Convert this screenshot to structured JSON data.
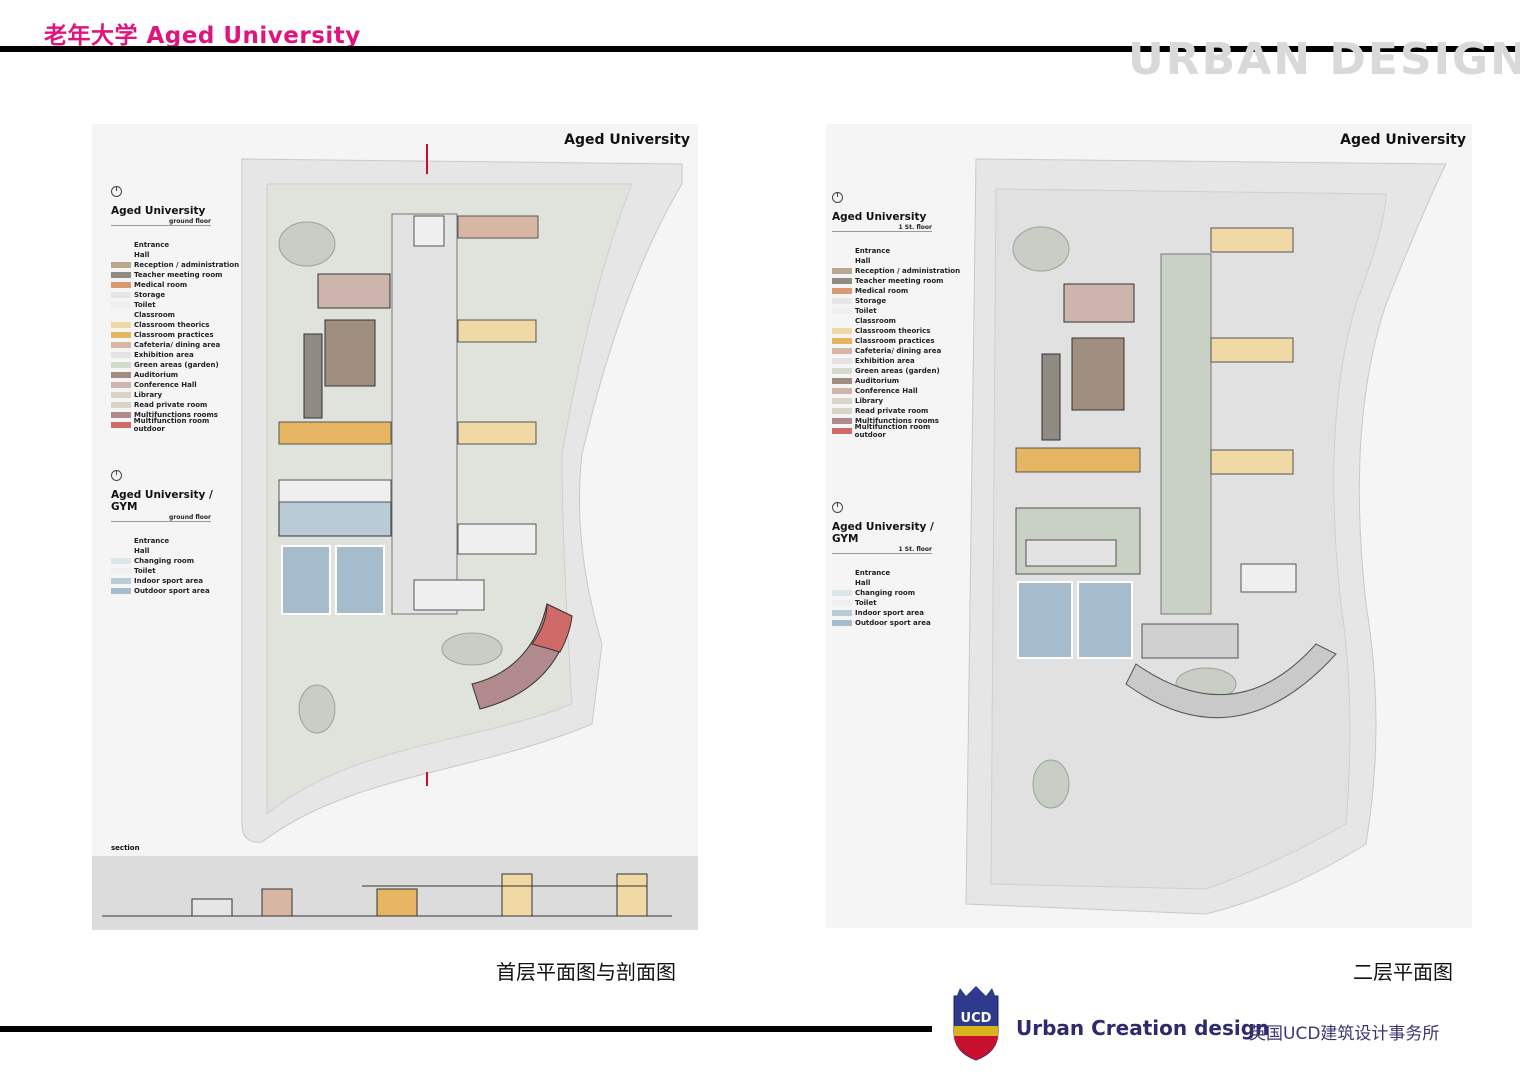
{
  "header": {
    "title": "老年大学  Aged University",
    "brand_word": "URBAN DESIGN"
  },
  "panels": {
    "left": {
      "heading": "Aged University",
      "caption": "首层平面图与剖面图",
      "section_label": "section",
      "legend1": {
        "title": "Aged University",
        "subtitle": "ground floor",
        "items": [
          {
            "label": "Entrance",
            "color": ""
          },
          {
            "label": "Hall",
            "color": ""
          },
          {
            "label": "Reception / administration",
            "color": "#b8a892"
          },
          {
            "label": "Teacher meeting room",
            "color": "#8f8a82"
          },
          {
            "label": "Medical room",
            "color": "#d99a72"
          },
          {
            "label": "Storage",
            "color": "#e6e6e6"
          },
          {
            "label": "Toilet",
            "color": "#efefef"
          },
          {
            "label": "Classroom",
            "color": ""
          },
          {
            "label": "Classroom  theorics",
            "color": "#f0d9a4"
          },
          {
            "label": "Classroom practices",
            "color": "#e5b562"
          },
          {
            "label": "Cafeteria/ dining area",
            "color": "#d7b7a4"
          },
          {
            "label": "Exhibition area",
            "color": "#e3e3e3"
          },
          {
            "label": "Green areas (garden)",
            "color": "#d5dbcc"
          },
          {
            "label": "Auditorium",
            "color": "#a08f7e"
          },
          {
            "label": "Conference Hall",
            "color": "#cdb5ad"
          },
          {
            "label": "Library",
            "color": "#d9d4c6"
          },
          {
            "label": "Read private room",
            "color": "#d8d4c8"
          },
          {
            "label": "Multifunctions rooms",
            "color": "#b18a8d"
          },
          {
            "label": "Multifunction room outdoor",
            "color": "#d06a69"
          }
        ]
      },
      "legend2": {
        "title": "Aged University / GYM",
        "subtitle": "ground floor",
        "items": [
          {
            "label": "Entrance",
            "color": ""
          },
          {
            "label": "Hall",
            "color": ""
          },
          {
            "label": "Changing room",
            "color": "#dde6ea"
          },
          {
            "label": "Toilet",
            "color": "#efefef"
          },
          {
            "label": "Indoor sport area",
            "color": "#b9cbd6"
          },
          {
            "label": "Outdoor sport area",
            "color": "#a6bccc"
          }
        ]
      }
    },
    "right": {
      "heading": "Aged University",
      "caption": "二层平面图",
      "legend1": {
        "title": "Aged University",
        "subtitle": "1 St. floor",
        "items": [
          {
            "label": "Entrance",
            "color": ""
          },
          {
            "label": "Hall",
            "color": ""
          },
          {
            "label": "Reception / administration",
            "color": "#b8a892"
          },
          {
            "label": "Teacher meeting room",
            "color": "#8f8a82"
          },
          {
            "label": "Medical room",
            "color": "#d99a72"
          },
          {
            "label": "Storage",
            "color": "#e6e6e6"
          },
          {
            "label": "Toilet",
            "color": "#efefef"
          },
          {
            "label": "Classroom",
            "color": ""
          },
          {
            "label": "Classroom  theorics",
            "color": "#f0d9a4"
          },
          {
            "label": "Classroom practices",
            "color": "#e5b562"
          },
          {
            "label": "Cafeteria/ dining area",
            "color": "#d7b7a4"
          },
          {
            "label": "Exhibition area",
            "color": "#e3e3e3"
          },
          {
            "label": "Green areas (garden)",
            "color": "#d5dbcc"
          },
          {
            "label": "Auditorium",
            "color": "#a08f7e"
          },
          {
            "label": "Conference Hall",
            "color": "#cdb5ad"
          },
          {
            "label": "Library",
            "color": "#d9d4c6"
          },
          {
            "label": "Read private room",
            "color": "#d8d4c8"
          },
          {
            "label": "Multifunctions rooms",
            "color": "#b18a8d"
          },
          {
            "label": "Multifunction room outdoor",
            "color": "#d06a69"
          }
        ]
      },
      "legend2": {
        "title": "Aged University / GYM",
        "subtitle": "1 St. floor",
        "items": [
          {
            "label": "Entrance",
            "color": ""
          },
          {
            "label": "Hall",
            "color": ""
          },
          {
            "label": "Changing room",
            "color": "#dde6ea"
          },
          {
            "label": "Toilet",
            "color": "#efefef"
          },
          {
            "label": "Indoor sport area",
            "color": "#b9cbd6"
          },
          {
            "label": "Outdoor sport area",
            "color": "#a6bccc"
          }
        ]
      }
    }
  },
  "footer": {
    "logo_letters": "UCD",
    "company_en": "Urban Creation design",
    "company_cn": "英国UCD建筑设计事务所"
  }
}
